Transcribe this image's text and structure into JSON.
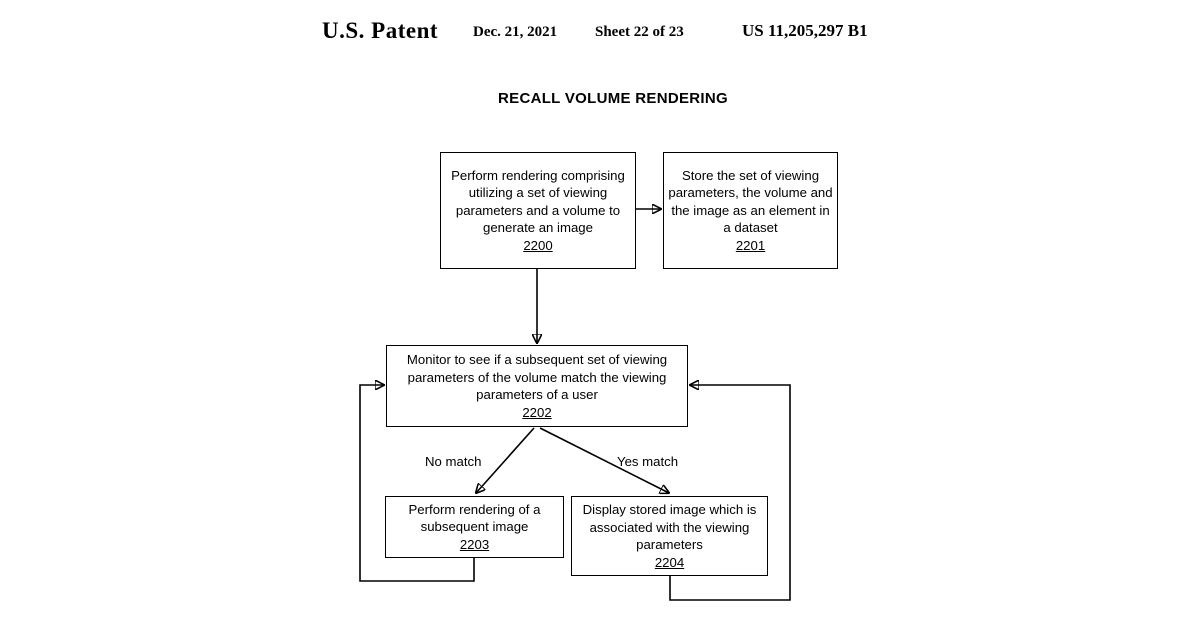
{
  "header": {
    "office": "U.S. Patent",
    "date": "Dec. 21, 2021",
    "sheet": "Sheet 22 of 23",
    "patent_number": "US 11,205,297 B1"
  },
  "figure": {
    "title": "RECALL VOLUME RENDERING",
    "nodes": [
      {
        "id": "2200",
        "text": "Perform rendering comprising utilizing a set of viewing parameters and a volume to generate an image",
        "ref": "2200"
      },
      {
        "id": "2201",
        "text": "Store the set of viewing parameters, the volume and the image as an element in a dataset",
        "ref": "2201"
      },
      {
        "id": "2202",
        "text": "Monitor to see if a subsequent set of viewing parameters of the volume match the viewing parameters of a user",
        "ref": "2202"
      },
      {
        "id": "2203",
        "text": "Perform rendering of a subsequent image",
        "ref": "2203"
      },
      {
        "id": "2204",
        "text": "Display stored image which is associated with the viewing parameters",
        "ref": "2204"
      }
    ],
    "edge_labels": {
      "no_match": "No match",
      "yes_match": "Yes match"
    }
  },
  "colors": {
    "ink": "#000000",
    "paper": "#ffffff"
  }
}
